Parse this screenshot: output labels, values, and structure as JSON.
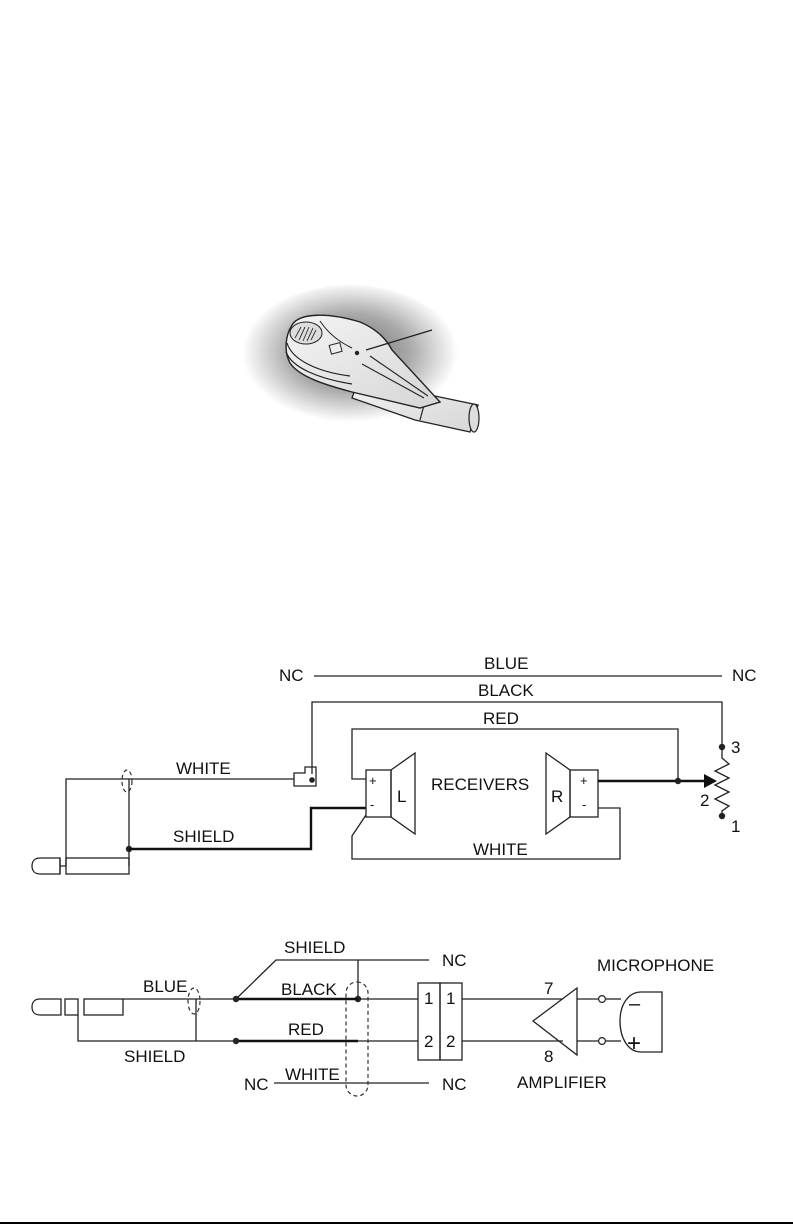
{
  "receiver_diagram": {
    "nc_left": "NC",
    "nc_right": "NC",
    "blue": "BLUE",
    "black": "BLACK",
    "red": "RED",
    "white_top": "WHITE",
    "shield": "SHIELD",
    "receivers": "RECEIVERS",
    "left_label": "L",
    "right_label": "R",
    "white_bottom": "WHITE",
    "plus_l": "+",
    "minus_l": "-",
    "plus_r": "+",
    "minus_r": "-",
    "pot_pin_3": "3",
    "pot_pin_2": "2",
    "pot_pin_1": "1"
  },
  "microphone_diagram": {
    "shield_top": "SHIELD",
    "nc_top": "NC",
    "microphone": "MICROPHONE",
    "blue": "BLUE",
    "black": "BLACK",
    "red": "RED",
    "shield_bottom": "SHIELD",
    "nc_left": "NC",
    "white": "WHITE",
    "nc_right": "NC",
    "amplifier": "AMPLIFIER",
    "pin_7": "7",
    "pin_8": "8",
    "conn_1a": "1",
    "conn_1b": "1",
    "conn_2a": "2",
    "conn_2b": "2",
    "mic_minus": "–",
    "mic_plus": "+"
  }
}
